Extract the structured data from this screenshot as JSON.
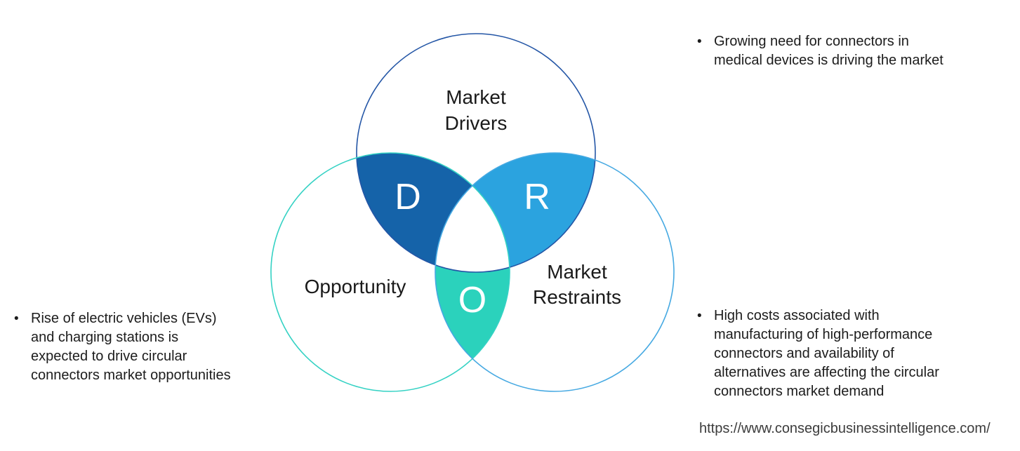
{
  "venn": {
    "drivers_label": "Market\nDrivers",
    "opportunity_label": "Opportunity",
    "restraints_label": "Market\nRestraints",
    "letter_d": "D",
    "letter_r": "R",
    "letter_o": "O",
    "colors": {
      "drivers_outline": "#2456A6",
      "opportunity_outline": "#35D2C4",
      "restraints_outline": "#46A9E2",
      "d_fill": "#1563A9",
      "r_fill": "#2BA3DF",
      "o_fill": "#2BD2BC",
      "letter_color": "#FFFFFF",
      "label_color": "#1A1A1A"
    }
  },
  "annotations": {
    "bullet_glyph": "•",
    "driver_note": "Growing need for connectors in\nmedical devices is driving the market",
    "opportunity_note": "Rise of electric vehicles (EVs)\nand charging stations is\nexpected to drive circular\nconnectors market opportunities",
    "restraint_note": "High costs associated with\nmanufacturing of high-performance\nconnectors and availability of\nalternatives are affecting the circular\nconnectors market demand"
  },
  "footer": {
    "url": "https://www.consegicbusinessintelligence.com/"
  }
}
